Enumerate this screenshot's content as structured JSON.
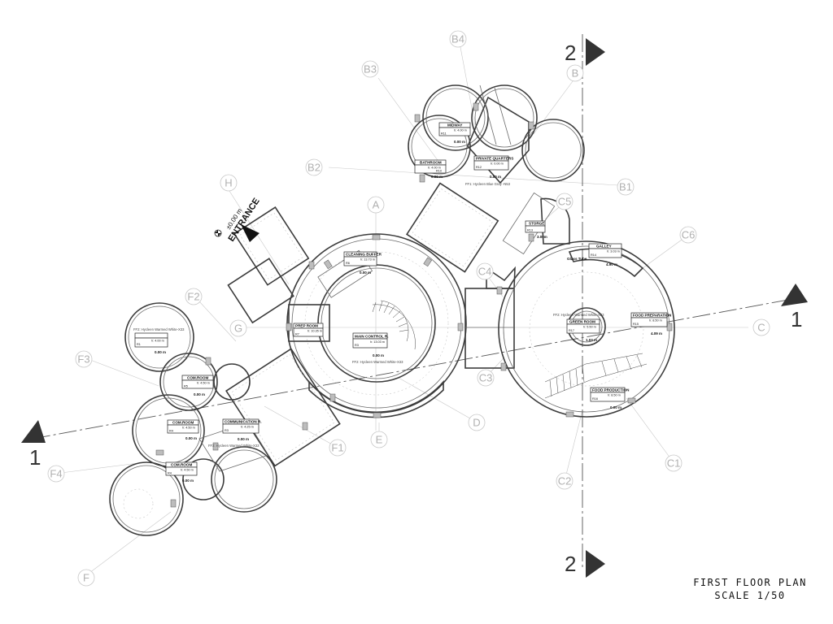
{
  "title": {
    "line1": "FIRST FLOOR PLAN",
    "line2": "SCALE 1/50"
  },
  "entrance": {
    "label": "ENTRANCE",
    "level": "±0.00 m"
  },
  "section_markers": [
    "1",
    "1",
    "2",
    "2"
  ],
  "grid_labels": [
    "A",
    "B",
    "B1",
    "B2",
    "B3",
    "B4",
    "C",
    "C1",
    "C2",
    "C3",
    "C4",
    "C5",
    "C6",
    "D",
    "E",
    "F",
    "F1",
    "F2",
    "F3",
    "F4",
    "G",
    "H"
  ],
  "rooms": [
    {
      "name": "MAIN CONTROL R.",
      "code": "R3",
      "height": "h: 13.03 m",
      "level": "0.00 m",
      "finish": "FF2: Hycleen Warmed White-X33"
    },
    {
      "name": "PREP ROOM",
      "code": "R7",
      "height": "h: 10.35 m",
      "level": "",
      "finish": ""
    },
    {
      "name": "CLEANING BUFFER",
      "code": "R6",
      "height": "h: 13.73 m",
      "level": "0.00 m",
      "finish": ""
    },
    {
      "name": "COMMUNICATION R.",
      "code": "R3",
      "height": "h: 4.25 m",
      "level": "0.00 m",
      "finish": "FF2: Hycleen Warmed White-X33"
    },
    {
      "name": "COM.ROOM",
      "code": "R5",
      "height": "h: 4.50 m",
      "level": "0.00 m",
      "finish": ""
    },
    {
      "name": "COM.ROOM",
      "code": "R4",
      "height": "h: 4.50 m",
      "level": "0.00 m",
      "finish": ""
    },
    {
      "name": "COM.ROOM",
      "code": "R4",
      "height": "h: 4.50 m",
      "level": "0.00 m",
      "finish": ""
    },
    {
      "name": "",
      "code": "R1",
      "height": "h: 4.00 m",
      "level": "0.00 m",
      "finish": "FF2: Hycleen Warmed White-X33"
    },
    {
      "name": "GREEN ROOM",
      "code": "R17",
      "height": "h: 5.50 m",
      "level": "1.03 m",
      "finish": "FF2: Hycleen Warmed White-X33"
    },
    {
      "name": "GALLEY",
      "code": "R14",
      "height": "h: 3.03 m",
      "level": "4.90 m",
      "finish": "Glass Tube"
    },
    {
      "name": "FOOD PREPARATION",
      "code": "R15",
      "height": "h: 8.50 m",
      "level": "4.09 m",
      "finish": ""
    },
    {
      "name": "FOOD PRODUCTION",
      "code": "R16",
      "height": "h: 8.50 m",
      "level": "0.00 m",
      "finish": ""
    },
    {
      "name": "PRIVATE QUARTERS",
      "code": "R12",
      "height": "h: 0.00 m",
      "level": "0.00 m",
      "finish": "FF1: Hycleen Blue Gray -N53"
    },
    {
      "name": "BATHROOM",
      "code": "R10",
      "height": "h: 4.00 m",
      "level": "0.00 m",
      "finish": ""
    },
    {
      "name": "MIDWAY",
      "code": "R11",
      "height": "h: 4.00 m",
      "level": "0.00 m",
      "finish": ""
    },
    {
      "name": "STORGE",
      "code": "R13",
      "height": "",
      "level": "3.00m",
      "finish": ""
    }
  ]
}
